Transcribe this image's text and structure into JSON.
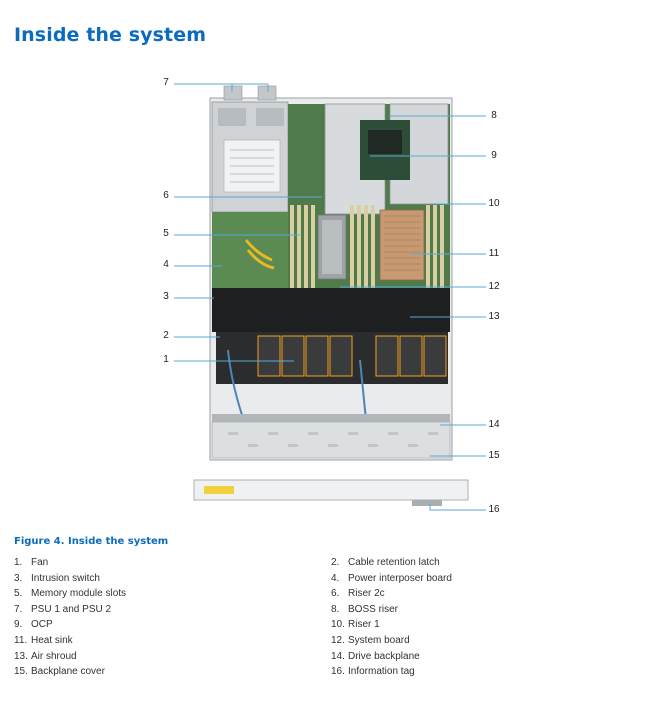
{
  "heading": "Inside the system",
  "figure": {
    "caption": "Figure 4. Inside the system",
    "callouts": [
      "7",
      "8",
      "9",
      "6",
      "10",
      "5",
      "11",
      "4",
      "12",
      "3",
      "13",
      "2",
      "1",
      "14",
      "15",
      "16"
    ]
  },
  "legend": [
    {
      "num": "1.",
      "label": "Fan"
    },
    {
      "num": "2.",
      "label": "Cable retention latch"
    },
    {
      "num": "3.",
      "label": "Intrusion switch"
    },
    {
      "num": "4.",
      "label": "Power interposer board"
    },
    {
      "num": "5.",
      "label": "Memory module slots"
    },
    {
      "num": "6.",
      "label": "Riser 2c"
    },
    {
      "num": "7.",
      "label": "PSU 1 and PSU 2"
    },
    {
      "num": "8.",
      "label": "BOSS riser"
    },
    {
      "num": "9.",
      "label": "OCP"
    },
    {
      "num": "10.",
      "label": "Riser 1"
    },
    {
      "num": "11.",
      "label": "Heat sink"
    },
    {
      "num": "12.",
      "label": "System board"
    },
    {
      "num": "13.",
      "label": "Air shroud"
    },
    {
      "num": "14.",
      "label": "Drive backplane"
    },
    {
      "num": "15.",
      "label": "Backplane cover"
    },
    {
      "num": "16.",
      "label": "Information tag"
    }
  ]
}
